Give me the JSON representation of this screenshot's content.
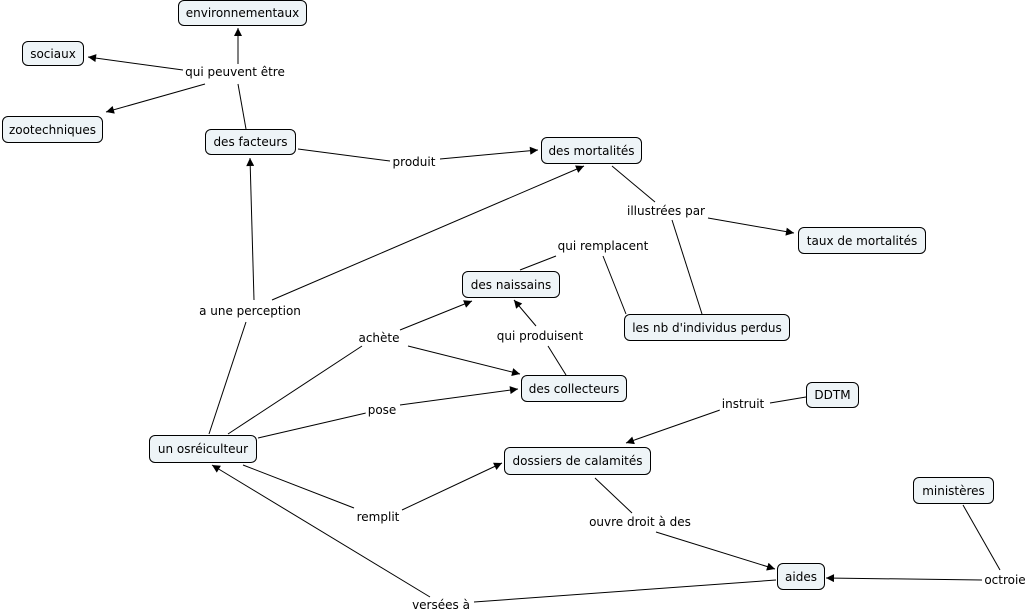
{
  "concepts": {
    "environnementaux": "environnementaux",
    "sociaux": "sociaux",
    "zootechniques": "zootechniques",
    "des_facteurs": "des facteurs",
    "des_mortalites": "des mortalités",
    "taux_de_mortalites": "taux de mortalités",
    "des_naissains": "des naissains",
    "les_nb_individus_perdus": "les nb d'individus perdus",
    "des_collecteurs": "des collecteurs",
    "un_osreiculteur": "un osréiculteur",
    "dossiers_de_calamites": "dossiers de calamités",
    "ddtm": "DDTM",
    "ministeres": "ministères",
    "aides": "aides"
  },
  "linking_phrases": {
    "qui_peuvent_etre": "qui peuvent être",
    "produit": "produit",
    "illustrees_par": "illustrées par",
    "qui_remplacent": "qui remplacent",
    "a_une_perception": "a une perception",
    "achete": "achète",
    "qui_produisent": "qui produisent",
    "pose": "pose",
    "instruit": "instruit",
    "remplit": "remplit",
    "ouvre_droit_a_des": "ouvre droit à des",
    "octroie": "octroie",
    "versees_a": "versées à"
  },
  "colors": {
    "concept_fill": "#eef4f7",
    "concept_border": "#000000",
    "line": "#000000"
  }
}
